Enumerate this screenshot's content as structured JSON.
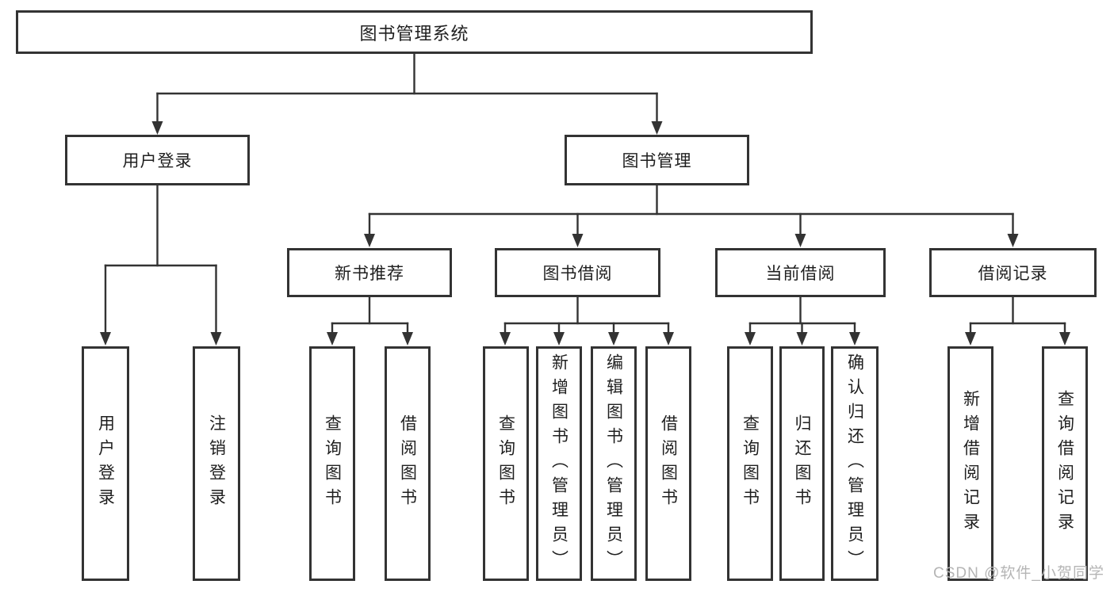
{
  "diagram": {
    "type": "hierarchy-tree",
    "colors": {
      "line": "#333333",
      "border": "#333333",
      "text": "#1f1f1f",
      "background": "#ffffff",
      "watermark": "#b5b5b5"
    },
    "tree": {
      "label": "图书管理系统",
      "children": [
        {
          "label": "用户登录",
          "children": [
            {
              "label": "用户登录"
            },
            {
              "label": "注销登录"
            }
          ]
        },
        {
          "label": "图书管理",
          "children": [
            {
              "label": "新书推荐",
              "children": [
                {
                  "label": "查询图书"
                },
                {
                  "label": "借阅图书"
                }
              ]
            },
            {
              "label": "图书借阅",
              "children": [
                {
                  "label": "查询图书"
                },
                {
                  "label": "新增图书（管理员）"
                },
                {
                  "label": "编辑图书（管理员）"
                },
                {
                  "label": "借阅图书"
                }
              ]
            },
            {
              "label": "当前借阅",
              "children": [
                {
                  "label": "查询图书"
                },
                {
                  "label": "归还图书"
                },
                {
                  "label": "确认归还（管理员）"
                }
              ]
            },
            {
              "label": "借阅记录",
              "children": [
                {
                  "label": "新增借阅记录"
                },
                {
                  "label": "查询借阅记录"
                }
              ]
            }
          ]
        }
      ]
    },
    "watermark": {
      "text": "CSDN @软件_小贺同学"
    }
  }
}
